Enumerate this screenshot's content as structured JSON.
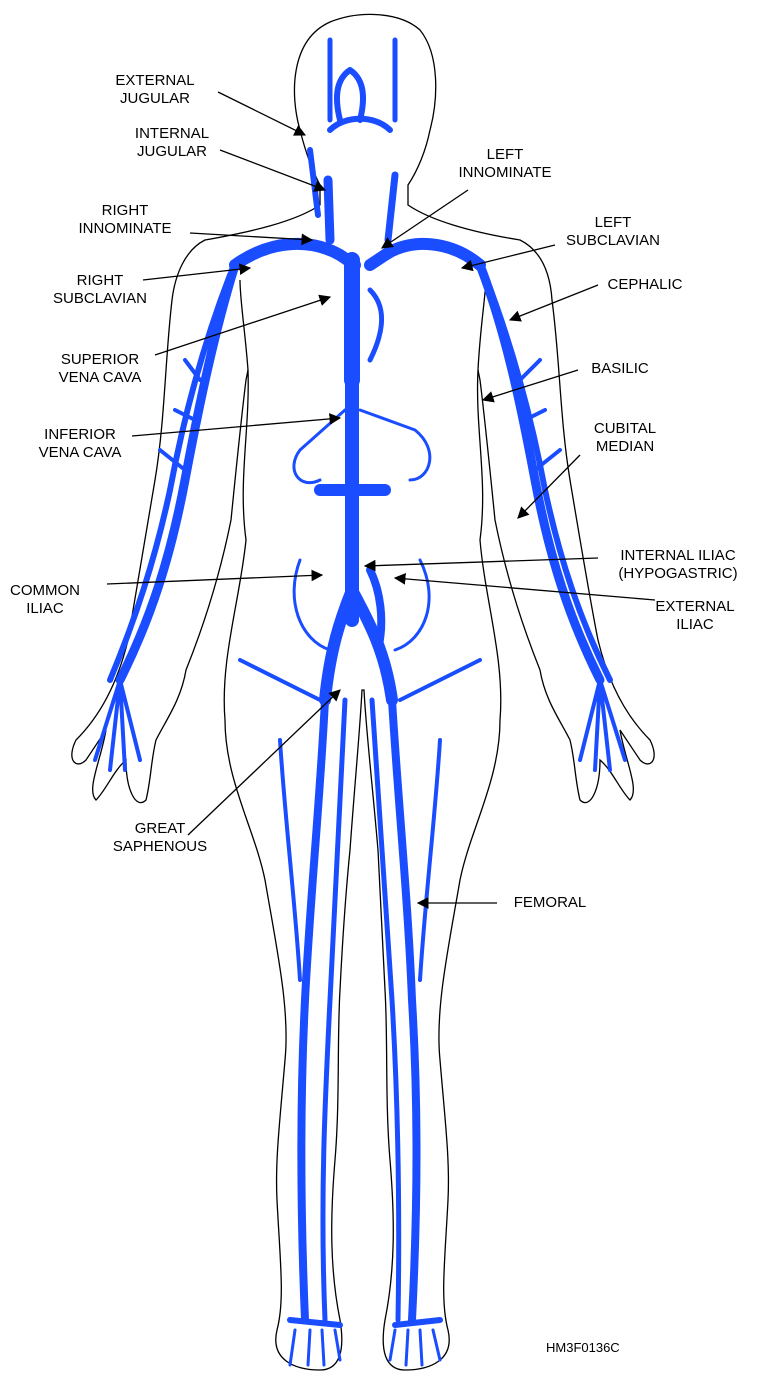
{
  "diagram": {
    "colors": {
      "vein": "#1a4dff",
      "outline": "#000000",
      "background": "#ffffff"
    },
    "labels": {
      "external_jugular": [
        "EXTERNAL",
        "JUGULAR"
      ],
      "internal_jugular": [
        "INTERNAL",
        "JUGULAR"
      ],
      "left_innominate": [
        "LEFT",
        "INNOMINATE"
      ],
      "right_innominate": [
        "RIGHT",
        "INNOMINATE"
      ],
      "left_subclavian": [
        "LEFT",
        "SUBCLAVIAN"
      ],
      "right_subclavian": [
        "RIGHT",
        "SUBCLAVIAN"
      ],
      "cephalic": [
        "CEPHALIC"
      ],
      "superior_vena_cava": [
        "SUPERIOR",
        "VENA CAVA"
      ],
      "basilic": [
        "BASILIC"
      ],
      "inferior_vena_cava": [
        "INFERIOR",
        "VENA CAVA"
      ],
      "cubital_median": [
        "CUBITAL",
        "MEDIAN"
      ],
      "internal_iliac": [
        "INTERNAL  ILIAC",
        "(HYPOGASTRIC)"
      ],
      "common_iliac": [
        "COMMON",
        "ILIAC"
      ],
      "external_iliac": [
        "EXTERNAL",
        "ILIAC"
      ],
      "great_saphenous": [
        "GREAT",
        "SAPHENOUS"
      ],
      "femoral": [
        "FEMORAL"
      ]
    },
    "figure_id": "HM3F0136C"
  }
}
